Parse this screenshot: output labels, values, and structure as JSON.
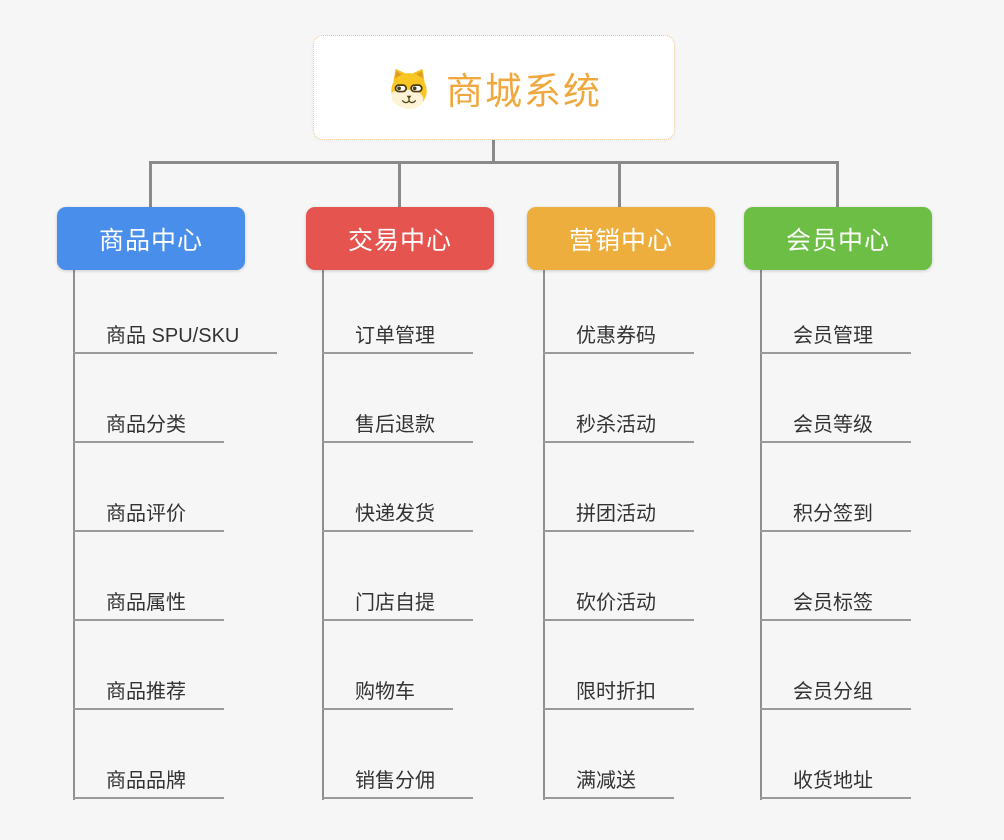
{
  "root": {
    "title": "商城系统",
    "icon": "dog-face-icon",
    "text_color": "#f0a83e",
    "border_color": "#f0c386"
  },
  "theme": {
    "connector_color": "#8a8a8a",
    "child_text_color": "#333333",
    "background": "#f6f6f7"
  },
  "branches": [
    {
      "title": "商品中心",
      "color": "#4a8eec",
      "items": [
        "商品 SPU/SKU",
        "商品分类",
        "商品评价",
        "商品属性",
        "商品推荐",
        "商品品牌"
      ]
    },
    {
      "title": "交易中心",
      "color": "#e5544f",
      "items": [
        "订单管理",
        "售后退款",
        "快递发货",
        "门店自提",
        "购物车",
        "销售分佣"
      ]
    },
    {
      "title": "营销中心",
      "color": "#eeae3e",
      "items": [
        "优惠券码",
        "秒杀活动",
        "拼团活动",
        "砍价活动",
        "限时折扣",
        "满减送"
      ]
    },
    {
      "title": "会员中心",
      "color": "#6cbe44",
      "items": [
        "会员管理",
        "会员等级",
        "积分签到",
        "会员标签",
        "会员分组",
        "收货地址"
      ]
    }
  ]
}
